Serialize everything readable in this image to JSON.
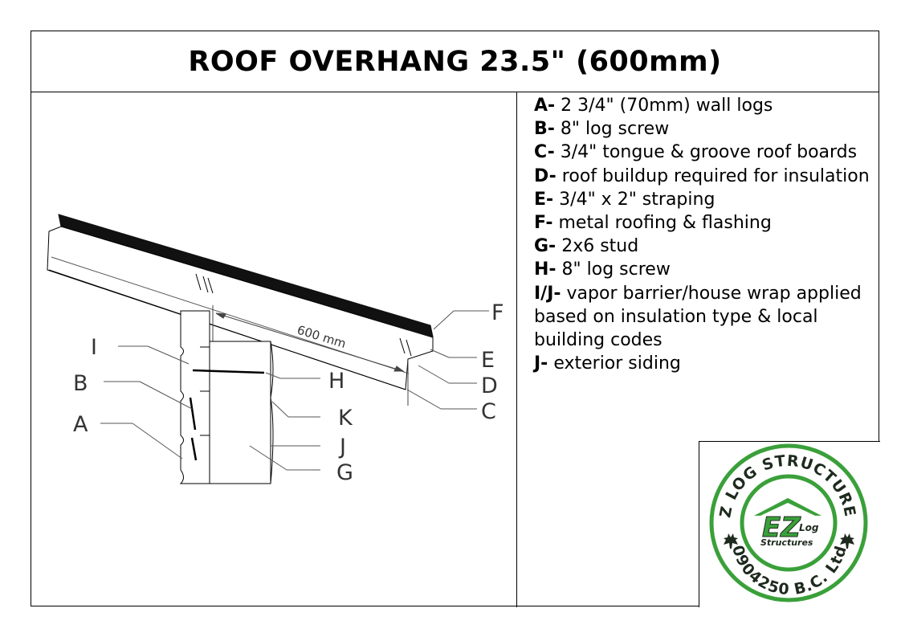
{
  "title": "ROOF OVERHANG 23.5\" (600mm)",
  "dimension_label": "600 mm",
  "callouts": [
    "A",
    "B",
    "C",
    "D",
    "E",
    "F",
    "G",
    "H",
    "I",
    "J",
    "K"
  ],
  "legend": [
    {
      "key": "A-",
      "text": " 2 3/4\" (70mm) wall logs"
    },
    {
      "key": "B-",
      "text": " 8\" log screw"
    },
    {
      "key": "C-",
      "text": " 3/4\" tongue & groove roof boards"
    },
    {
      "key": "D-",
      "text": " roof buildup required for insulation"
    },
    {
      "key": "E-",
      "text": " 3/4\" x 2\" straping"
    },
    {
      "key": "F-",
      "text": " metal roofing & flashing"
    },
    {
      "key": "G-",
      "text": " 2x6 stud"
    },
    {
      "key": "H-",
      "text": " 8\" log screw"
    },
    {
      "key": "I/J-",
      "text": " vapor barrier/house wrap applied based on insulation type & local building codes"
    },
    {
      "key": "J-",
      "text": " exterior siding"
    }
  ],
  "logo": {
    "ring_top": "EZ LOG STRUCTURES",
    "ring_bottom": "0904250 B.C. Ltd",
    "mark": "EZ",
    "mark_small": "Log",
    "mark_sub": "Structures",
    "color_green": "#3aa03a",
    "color_dark": "#1e2a1e"
  }
}
